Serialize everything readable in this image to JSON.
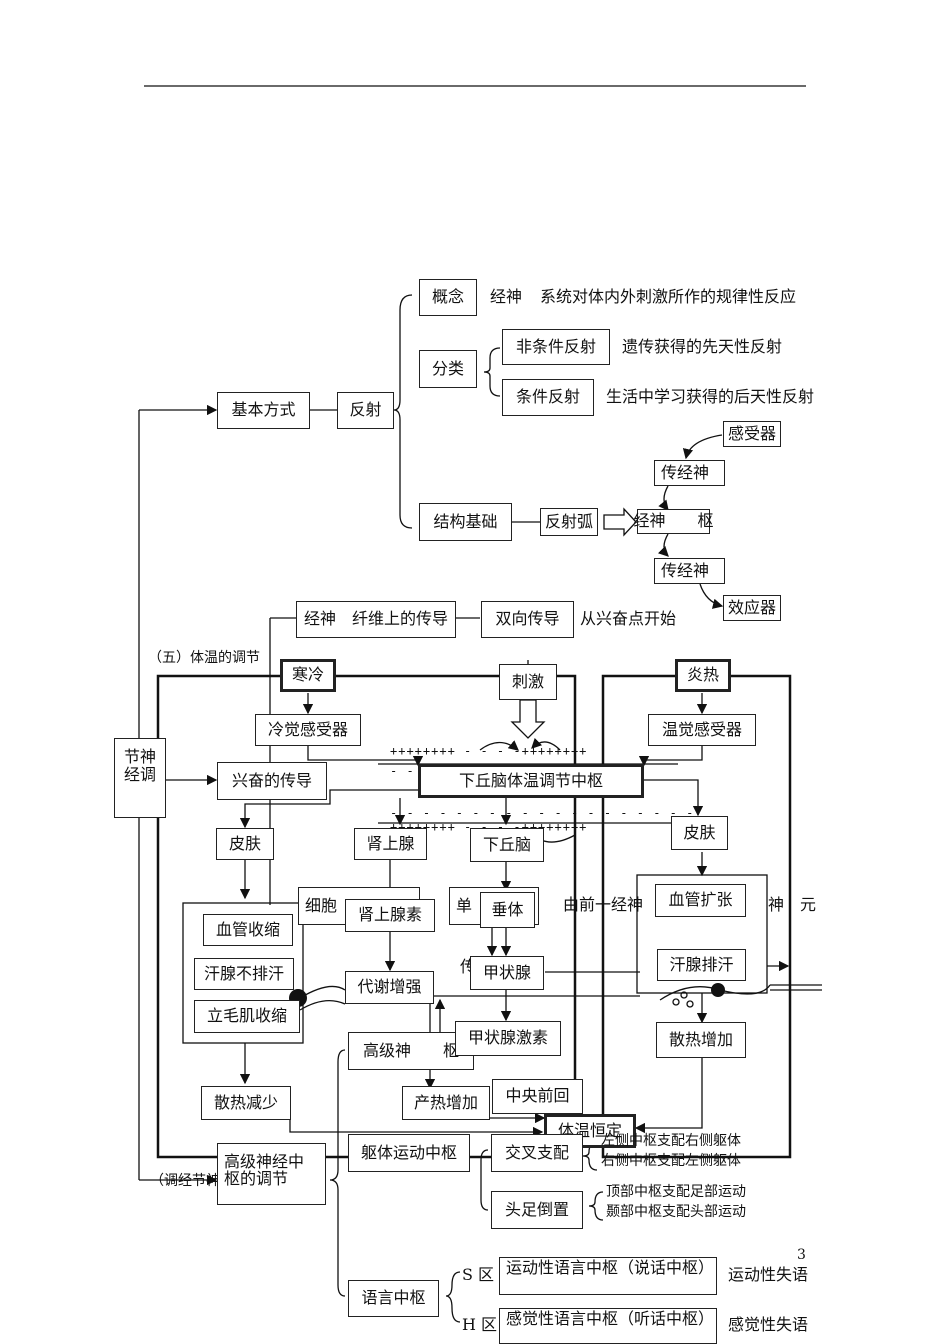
{
  "page_number": "3",
  "reflex": {
    "basic_mode": "基本方式",
    "reflex": "反射",
    "concept": "概念",
    "concept_desc_a": "经神",
    "concept_desc_b": "系统对体内外刺激所作的规律性反应",
    "classification": "分类",
    "unconditioned": "非条件反射",
    "unconditioned_desc": "遗传获得的先天性反射",
    "conditioned": "条件反射",
    "conditioned_desc": "生活中学习获得的后天性反射",
    "structure_basis": "结构基础",
    "reflex_arc": "反射弧",
    "receptor": "感受器",
    "afferent": "传经神",
    "center": "经神　　枢",
    "efferent": "传经神",
    "effector": "效应器"
  },
  "nerve": {
    "regulation_label": "节神经调",
    "excitation": "兴奋的传导",
    "fiber_conduction": "经神　纤维上的传导",
    "bidirectional": "双向传导",
    "from_point": "从兴奋点开始",
    "from_prev_neuron": "由前一经神",
    "neuron_tail": "神　元",
    "single": "单",
    "cell_fragment": "细胞",
    "transmit": "传"
  },
  "thermo": {
    "section_title": "（五）体温的调节",
    "cold": "寒冷",
    "hot": "炎热",
    "stimulus": "刺激",
    "cold_receptor": "冷觉感受器",
    "warm_receptor": "温觉感受器",
    "hypothalamus_center": "下丘脑体温调节中枢",
    "skin_left": "皮肤",
    "skin_right": "皮肤",
    "adrenal": "肾上腺",
    "hypothalamus": "下丘脑",
    "pituitary": "垂体",
    "adrenaline": "肾上腺素",
    "thyroid": "甲状腺",
    "thyroxine": "甲状腺激素",
    "vasoconstriction": "血管收缩",
    "no_sweat": "汗腺不排汗",
    "piloerection": "立毛肌收缩",
    "metabolism_up": "代谢增强",
    "heat_loss_down": "散热减少",
    "heat_prod_up": "产热增加",
    "stable_temp": "体温恒定",
    "vasodilation": "血管扩张",
    "sweating": "汗腺排汗",
    "heat_loss_up": "散热增加"
  },
  "higher": {
    "section_label": "（调经节神",
    "higher_center": "高级神经中枢的调节",
    "higher_center_label": "高级神　　枢",
    "precentral": "中央前回",
    "motor_center": "躯体运动中枢",
    "cross": "交叉支配",
    "cross_left": "左侧中枢支配右侧躯体",
    "cross_right": "右侧中枢支配左侧躯体",
    "inverted": "头足倒置",
    "top_to_foot": "顶部中枢支配足部运动",
    "bottom_to_head": "颞部中枢支配头部运动",
    "language_center": "语言中枢",
    "s_zone": "S 区",
    "h_zone": "H 区",
    "motor_language": "运动性语言中枢（说话中枢）",
    "motor_aphasia": "运动性失语",
    "sensory_language": "感觉性语言中枢（听话中枢）",
    "sensory_aphasia": "感觉性失语"
  },
  "signs": {
    "row1": "++++++++ - - - -++++++++",
    "row2": "- -",
    "row3": "- - - - - - - - - - - - - - - - - - -",
    "row4": "++++++++ - - - -++++++++"
  }
}
